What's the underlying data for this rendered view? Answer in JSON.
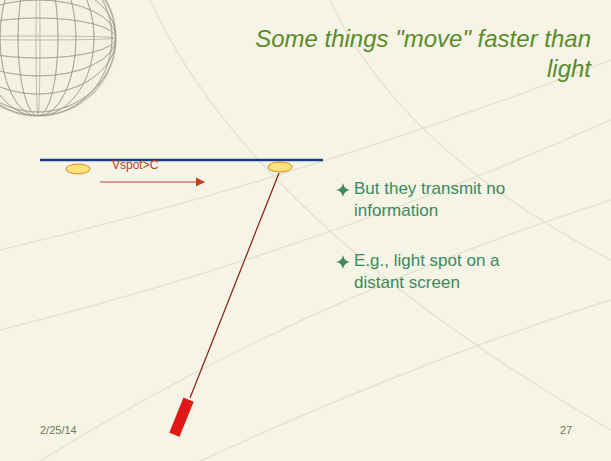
{
  "diagram": {
    "title": "Some things \"move\" faster than light",
    "labels": [
      "But they transmit no information",
      "E.g., light spot on a distant screen",
      "Vspot>C",
      "2/25/14",
      "27"
    ]
  }
}
